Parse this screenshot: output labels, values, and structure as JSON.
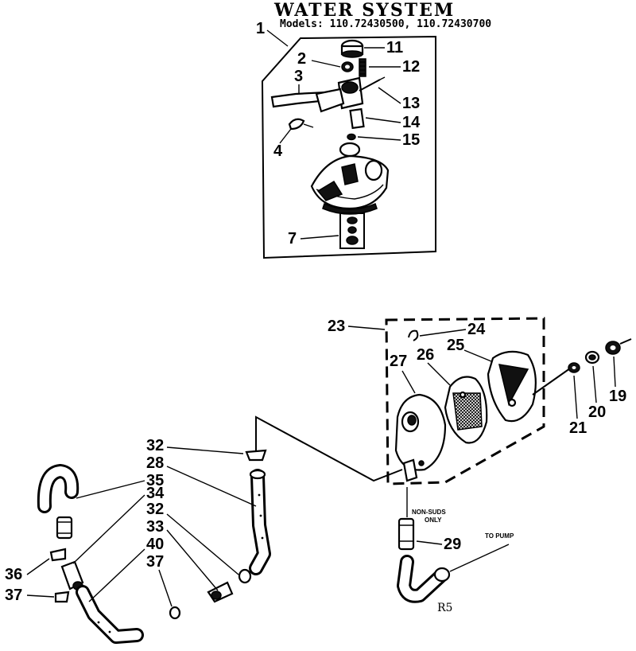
{
  "title": "WATER SYSTEM",
  "models": "Models: 110.72430500, 110.72430700",
  "page_code": "R5",
  "notes": {
    "non_suds": [
      "NON-SUDS",
      "ONLY"
    ],
    "to_pump": "TO PUMP"
  },
  "callouts": {
    "c1": "1",
    "c2": "2",
    "c3": "3",
    "c4": "4",
    "c7": "7",
    "c11": "11",
    "c12": "12",
    "c13": "13",
    "c14": "14",
    "c15": "15",
    "c19": "19",
    "c20": "20",
    "c21": "21",
    "c23": "23",
    "c24": "24",
    "c25": "25",
    "c26": "26",
    "c27": "27",
    "c28": "28",
    "c29": "29",
    "c32a": "32",
    "c32b": "32",
    "c33": "33",
    "c34": "34",
    "c35": "35",
    "c36": "36",
    "c37a": "37",
    "c37b": "37",
    "c40": "40"
  }
}
